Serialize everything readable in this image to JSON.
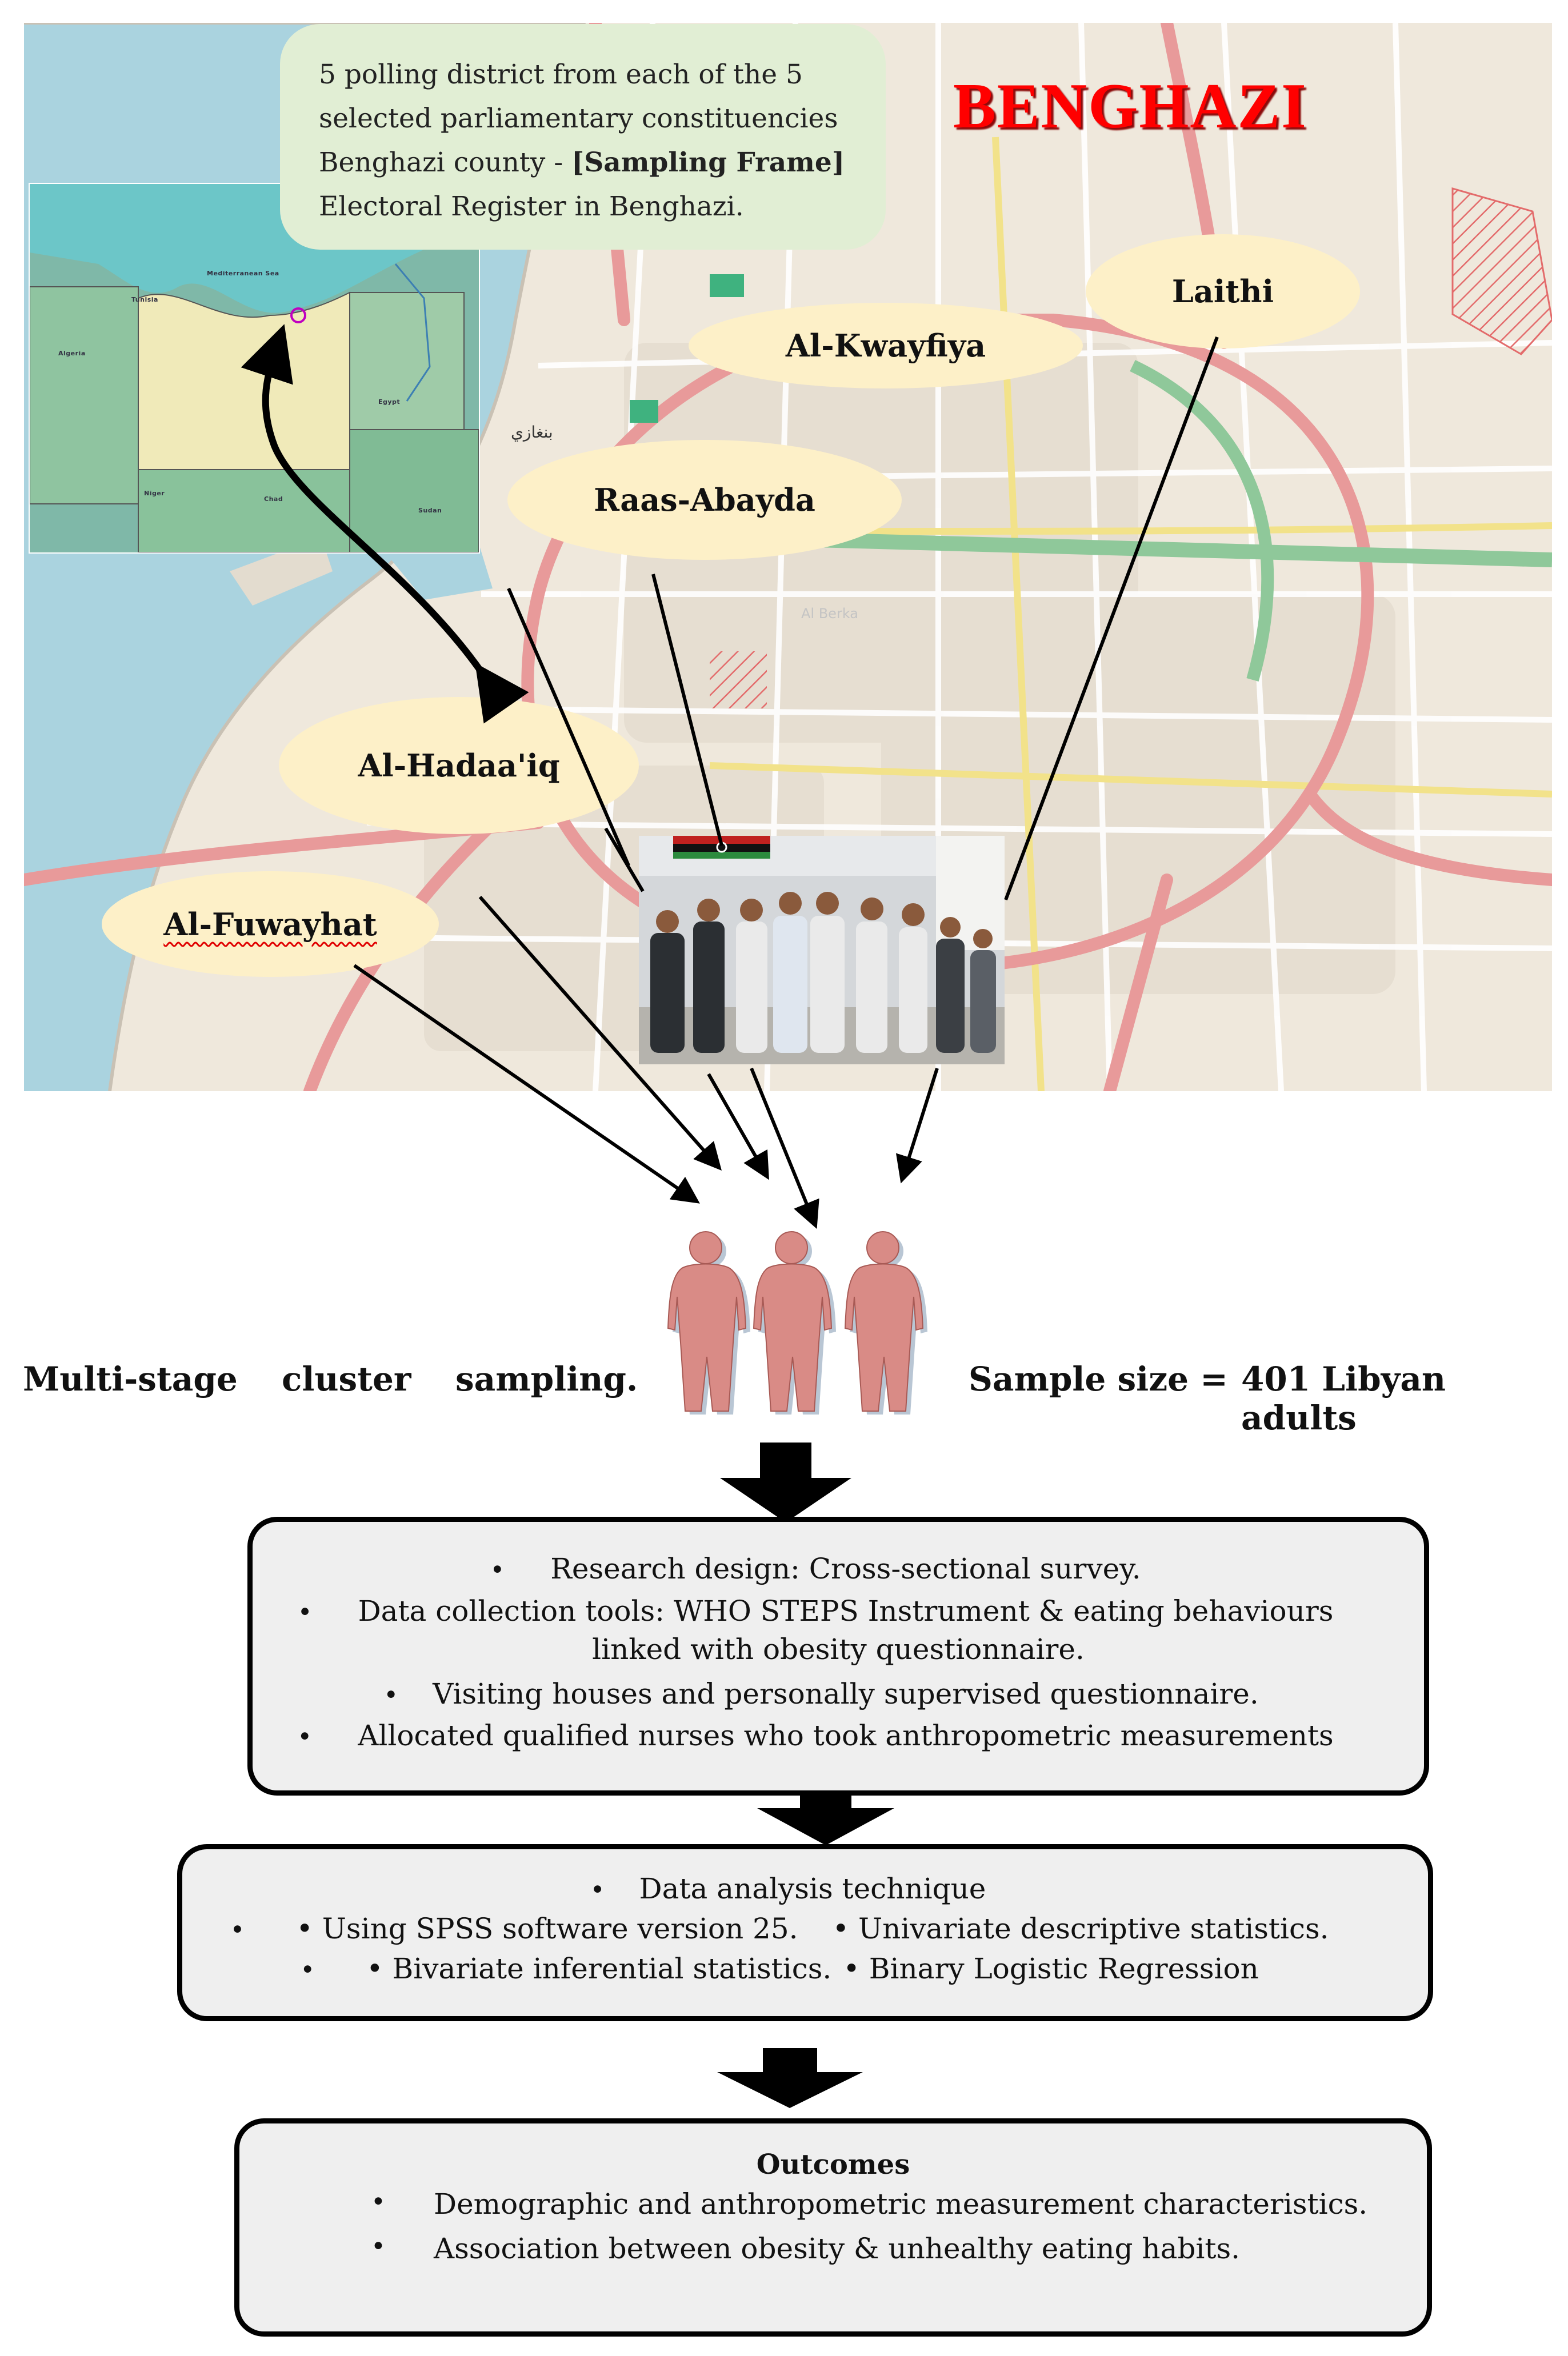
{
  "map": {
    "title": "BENGHAZI",
    "sampling_frame_box": {
      "line1": "5 polling district from each of the 5",
      "line2": "selected parliamentary constituencies",
      "line3_plain": "Benghazi county - ",
      "line3_bold": "[Sampling Frame]",
      "line4": "Electoral Register in Benghazi."
    },
    "districts": [
      "Laithi",
      "Al-Kwayfiya",
      "Raas-Abayda",
      "Al-Hadaa'iq",
      "Al-Fuwayhat"
    ],
    "map_text": [
      "Al Berka",
      "بنغازي"
    ],
    "inset_labels": [
      "Tunisia",
      "Mediterranean Sea",
      "Algeria",
      "Egypt",
      "Niger",
      "Chad",
      "Sudan"
    ]
  },
  "sampling": {
    "method": "Multi-stage cluster sampling.",
    "method_words": [
      "Multi-stage",
      "cluster",
      "sampling."
    ],
    "sample_size_label": "Sample size =",
    "sample_size_value": "401 Libyan adults"
  },
  "boxes": {
    "design": [
      "Research design:   Cross-sectional survey.",
      "Data collection tools:  WHO STEPS Instrument & eating behaviours",
      "linked  with obesity questionnaire.",
      "Visiting houses and personally supervised questionnaire.",
      "Allocated qualified nurses who took anthropometric measurements"
    ],
    "analysis": {
      "line1": "Data analysis technique",
      "line2a": "• Using SPSS software version 25.",
      "line2b": "• Univariate descriptive statistics.",
      "line3a": "• Bivariate inferential statistics.",
      "line3b": "•  Binary Logistic Regression"
    },
    "outcomes": {
      "title": "Outcomes",
      "items": [
        "Demographic and anthropometric measurement characteristics.",
        "Association between obesity & unhealthy eating habits."
      ]
    }
  },
  "colors": {
    "title_red": "#ff0000",
    "ellipse_fill": "#fdf0c8",
    "frame_box_fill": "#e1eed4",
    "figure_fill": "#d98b86",
    "box_fill": "#efefef",
    "arrow": "#000000"
  },
  "icons": [
    "person-figure-icon",
    "down-arrow-icon",
    "curved-arrow-icon"
  ]
}
